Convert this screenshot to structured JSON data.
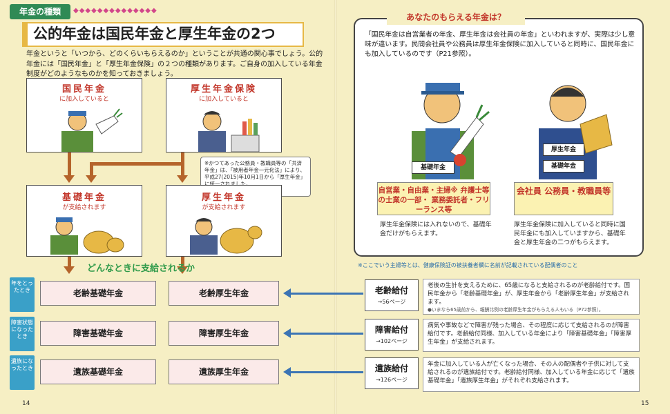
{
  "header": {
    "tag": "年金の種類",
    "dots": "◆◆◆◆◆◆◆◆◆◆◆◆◆◆",
    "title": "公的年金は国民年金と厚生年金の2つ",
    "intro": "年金というと「いつから、どのくらいもらえるのか」ということが共通の関心事でしょう。公的年金には「国民年金」と「厚生年金保険」の２つの種類があります。ご自身の加入している年金制度がどのようなものかを知っておきましょう。"
  },
  "flow": {
    "kokumin": {
      "title": "国民年金",
      "sub": "に加入していると"
    },
    "kosei": {
      "title": "厚生年金保険",
      "sub": "に加入していると"
    },
    "kiso": {
      "title": "基礎年金",
      "sub": "が支給されます"
    },
    "kosei_nenkin": {
      "title": "厚生年金",
      "sub": "が支給されます"
    },
    "note": "※かつてあった公務員・教職員等の「共済年金」は、「被用者年金一元化法」により、平成27(2015)年10月1日から「厚生年金」に統一されました。",
    "question": "どんなときに支給されるか"
  },
  "rows": [
    {
      "label": "年をとったとき",
      "kiso": "老齢基礎年金",
      "kosei": "老齢厚生年金",
      "key": "老齢給付",
      "page": "→56ページ",
      "desc": "老後の生計を支えるために、65歳になると支給されるのが老齢給付です。国民年金から「老齢基礎年金」が、厚生年金から「老齢厚生年金」が支給されます。",
      "small": "●いまなら65歳前から、報酬比例の老齢厚生年金がもらえる人もいる（P72参照）。"
    },
    {
      "label": "障害状態になったとき",
      "kiso": "障害基礎年金",
      "kosei": "障害厚生年金",
      "key": "障害給付",
      "page": "→102ページ",
      "desc": "病気や事故などで障害が残った場合、その程度に応じて支給されるのが障害給付です。老齢給付同様、加入している年金により「障害基礎年金」「障害厚生年金」が支給されます。",
      "small": ""
    },
    {
      "label": "遺族になったとき",
      "kiso": "遺族基礎年金",
      "kosei": "遺族厚生年金",
      "key": "遺族給付",
      "page": "→126ページ",
      "desc": "年金に加入している人が亡くなった場合、その人の配偶者や子供に対して支給されるのが遺族給付です。老齢給付同様、加入している年金に応じて「遺族基礎年金」「遺族厚生年金」がそれぞれ支給されます。",
      "small": ""
    }
  ],
  "panel": {
    "title": "あなたのもらえる年金は？",
    "text": "「国民年金は自営業者の年金、厚生年金は会社員の年金」といわれますが、実際は少し意味が違います。民間会社員や公務員は厚生年金保険に加入していると同時に、国民年金にも加入しているのです（P21参照）。",
    "left_label": "基礎年金",
    "right_label_1": "厚生年金",
    "right_label_2": "基礎年金",
    "left_cat": "自営業・自由業・主婦※ 弁護士等の士業の一部・ 業務委託者・フリーランス等",
    "right_cat": "会社員 公務員・教職員等",
    "left_text": "厚生年金保険には入れないので、基礎年金だけがもらえます。",
    "right_text": "厚生年金保険に加入していると同時に国民年金にも加入していますから、基礎年金と厚生年金の二つがもらえます。",
    "footnote": "※ここでいう主婦等とは、健康保険証の被扶養者欄に名前が記載されている配偶者のこと"
  },
  "pages": {
    "left": "14",
    "right": "15"
  },
  "colors": {
    "accent_red": "#c2362a",
    "arrow_brown": "#b5642b",
    "arrow_blue": "#3b74b4",
    "green": "#2f8a55",
    "label_blue": "#3aa0c8"
  }
}
